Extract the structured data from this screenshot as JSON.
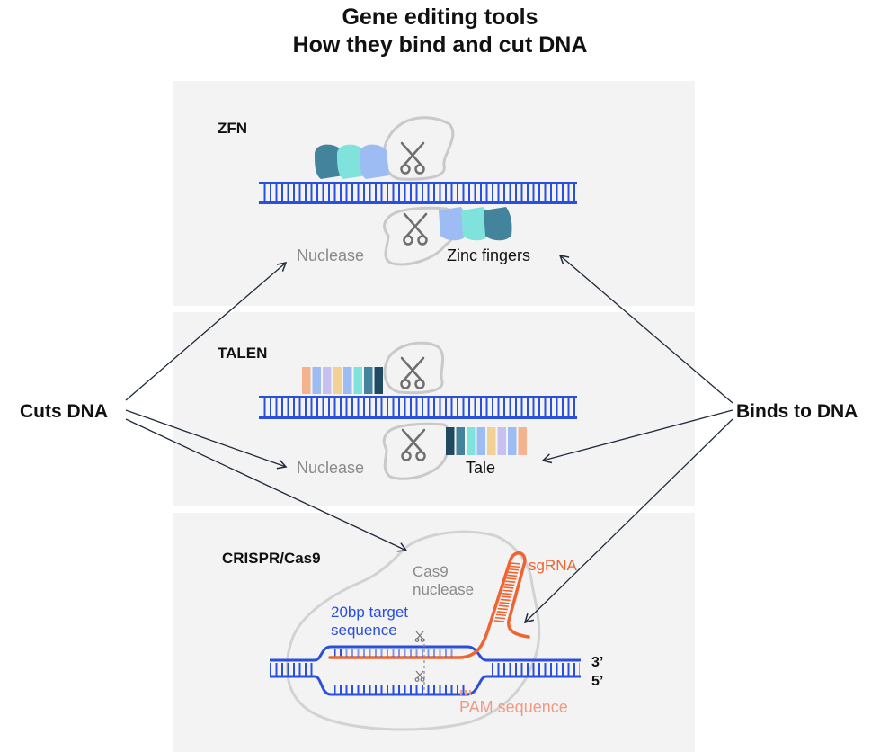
{
  "header": {
    "title_line1": "Gene editing tools",
    "title_line2": "How they bind and cut DNA"
  },
  "side_labels": {
    "left": "Cuts DNA",
    "right": "Binds to DNA"
  },
  "panels": {
    "zfn": {
      "label": "ZFN",
      "nuclease": "Nuclease",
      "binder": "Zinc fingers"
    },
    "talen": {
      "label": "TALEN",
      "nuclease": "Nuclease",
      "binder": "Tale"
    },
    "crispr": {
      "label": "CRISPR/Cas9",
      "nuclease_line1": "Cas9",
      "nuclease_line2": "nuclease",
      "guide": "sgRNA",
      "target_line1": "20bp target",
      "target_line2": "sequence",
      "pam": "PAM sequence",
      "strand_top": "3’",
      "strand_bottom": "5’"
    }
  },
  "colors": {
    "dna": "#2a4fdc",
    "panel_bg": "#f3f3f3",
    "nuclease_outline": "#c9c9c9",
    "scissors": "#6f6f6f",
    "muted_text": "#8a8a8a",
    "sgrna": "#ef6431",
    "pam": "#f09a84",
    "target_text": "#2a4fdc",
    "zf_dark": "#44839c",
    "zf_cyan": "#7fe3dc",
    "zf_blue": "#9dbcf3",
    "tale_colors": [
      "#f5b28e",
      "#9dbcf3",
      "#c8c0ef",
      "#f1d196",
      "#9dbcf3",
      "#7fe3dc",
      "#44839c",
      "#1f4a60"
    ]
  },
  "icons": [
    "scissors-icon",
    "arrow-icon",
    "zinc-finger-icon",
    "tale-repeat-icon",
    "cas9-outline-icon",
    "sgrna-hairpin-icon"
  ]
}
